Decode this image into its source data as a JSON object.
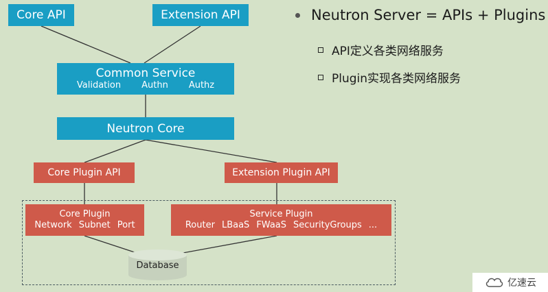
{
  "diagram": {
    "core_api": "Core API",
    "extension_api": "Extension API",
    "common_service": {
      "title": "Common Service",
      "items": [
        "Validation",
        "Authn",
        "Authz"
      ]
    },
    "neutron_core": "Neutron Core",
    "core_plugin_api": "Core Plugin API",
    "extension_plugin_api": "Extension Plugin API",
    "core_plugin": {
      "title": "Core Plugin",
      "items": [
        "Network",
        "Subnet",
        "Port"
      ]
    },
    "service_plugin": {
      "title": "Service Plugin",
      "items": [
        "Router",
        "LBaaS",
        "FWaaS",
        "SecurityGroups",
        "..."
      ]
    },
    "database": "Database"
  },
  "bullets": {
    "main": "Neutron Server = APIs + Plugins",
    "sub": [
      "API定义各类网络服务",
      "Plugin实现各类网络服务"
    ]
  },
  "watermark": {
    "icon": "cloud-logo-icon",
    "text": "亿速云"
  },
  "colors": {
    "background": "#d5e2c8",
    "api_box": "#1a9ec4",
    "plugin_box": "#cf5a4a"
  }
}
